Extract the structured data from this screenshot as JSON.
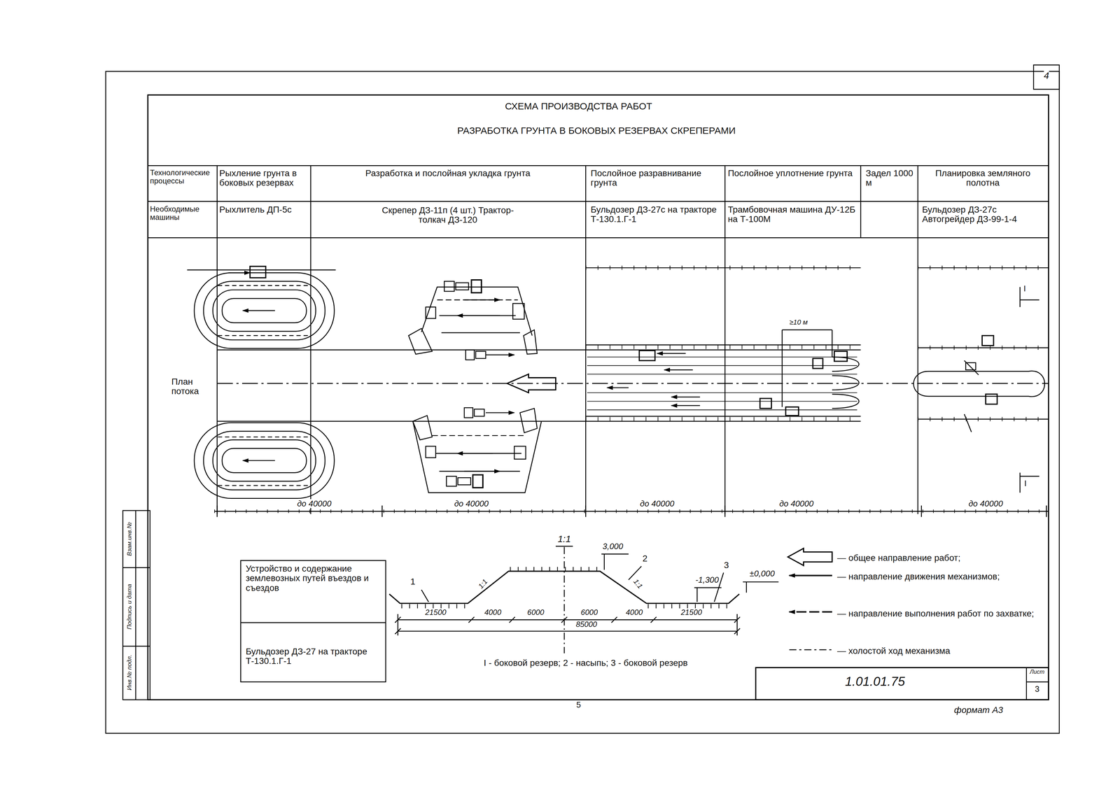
{
  "diagram": {
    "title": "СХЕМА ПРОИЗВОДСТВА РАБОТ",
    "labels": [
      "Технологические процессы",
      "Рыхление грунта в боковых резервах",
      "Разработка и послойная укладка грунта",
      "Послойное разравнивание грунта",
      "Послойное уплотнение грунта",
      "Задел 1000 м",
      "Планировка земляного полотна",
      "Необходимые машины",
      "Рыхлитель ДП-5с",
      "Скрепер ДЗ-11п (4 шт.) Трактор-толкач ДЗ-120",
      "Бульдозер ДЗ-27с на тракторе Т-130.1.Г-1",
      "Трамбовочная машина ДУ-12Б на Т-100М",
      "Бульдозер ДЗ-27с Автогрейдер ДЗ-99-1-4",
      "План потока",
      "до 40000",
      "до 40000",
      "до 40000",
      "до 40000",
      "до 40000",
      "≥10 м",
      "1:1",
      "3,000",
      "2",
      "3",
      "1",
      "1:1",
      "1:1",
      "-1,300",
      "±0,000",
      "21500",
      "4000",
      "6000",
      "6000",
      "4000",
      "21500",
      "85000",
      "I - боковой резерв; 2 - насыпь; 3 - боковой резерв",
      "Устройство и содержание землевозных путей въездов и съездов",
      "Бульдозер ДЗ-27 на тракторе Т-130.1.Г-1",
      "1.01.01.75",
      "Лист",
      "3",
      "4",
      "5",
      "формат А3",
      "Взам.инв.№",
      "Подпись и дата",
      "Инв.№ подл.",
      "РАЗРАБОТКА ГРУНТА В БОКОВЫХ РЕЗЕРВАХ СКРЕПЕРАМИ",
      "I",
      "I"
    ],
    "legend": [
      {
        "text": "— общее направление работ;"
      },
      {
        "text": "— направление движения механизмов;"
      },
      {
        "text": "— направление выполнения работ по захватке;"
      },
      {
        "text": "— холостой ход механизма"
      }
    ]
  }
}
